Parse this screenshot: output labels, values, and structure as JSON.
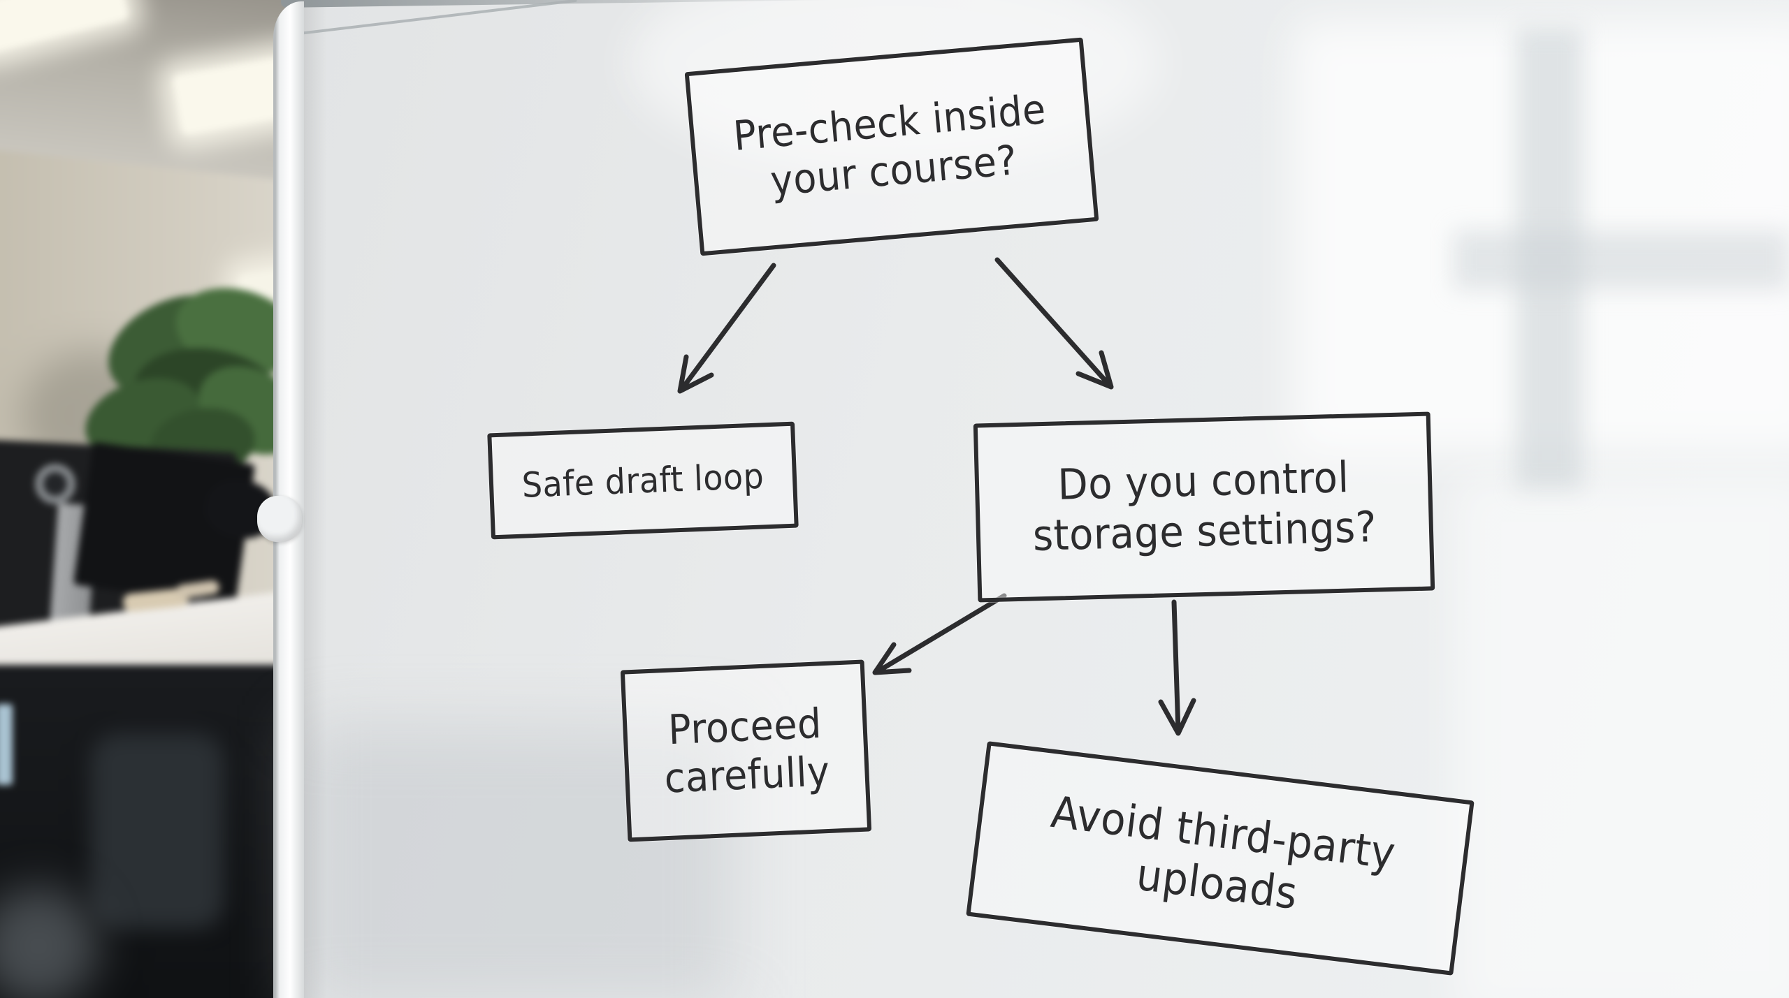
{
  "diagram": {
    "type": "flowchart",
    "medium": "hand-drawn whiteboard",
    "ink_color": "#2c2c2e",
    "board_color": "#e9ebec",
    "nodes": {
      "precheck": {
        "line1": "Pre-check inside",
        "line2": "your course?"
      },
      "safe_draft": {
        "line1": "Safe draft loop"
      },
      "storage": {
        "line1": "Do you control",
        "line2": "storage settings?"
      },
      "proceed": {
        "line1": "Proceed",
        "line2": "carefully"
      },
      "avoid": {
        "line1": "Avoid third-party",
        "line2": "uploads"
      }
    },
    "edges": [
      {
        "from": "precheck",
        "to": "safe_draft"
      },
      {
        "from": "precheck",
        "to": "storage"
      },
      {
        "from": "storage",
        "to": "proceed"
      },
      {
        "from": "storage",
        "to": "avoid"
      }
    ]
  }
}
